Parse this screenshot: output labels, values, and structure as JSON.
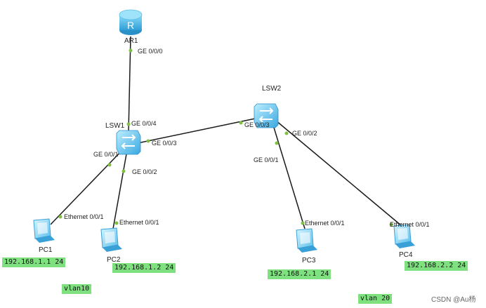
{
  "devices": {
    "ar1": {
      "name": "AR1",
      "icon": "router-icon"
    },
    "lsw1": {
      "name": "LSW1",
      "icon": "switch-icon"
    },
    "lsw2": {
      "name": "LSW2",
      "icon": "switch-icon"
    },
    "pc1": {
      "name": "PC1",
      "icon": "pc-icon",
      "ip": "192.168.1.1 24"
    },
    "pc2": {
      "name": "PC2",
      "icon": "pc-icon",
      "ip": "192.168.1.2 24"
    },
    "pc3": {
      "name": "PC3",
      "icon": "pc-icon",
      "ip": "192.168.2.1 24"
    },
    "pc4": {
      "name": "PC4",
      "icon": "pc-icon",
      "ip": "192.168.2.2 24"
    }
  },
  "ports": {
    "ar1_ge000": "GE 0/0/0",
    "lsw1_ge004": "GE 0/0/4",
    "lsw1_ge003": "GE 0/0/3",
    "lsw1_ge001": "GE 0/0/1",
    "lsw1_ge002": "GE 0/0/2",
    "lsw2_ge003": "GE 0/0/3",
    "lsw2_ge002": "GE 0/0/2",
    "lsw2_ge001": "GE 0/0/1",
    "pc1_eth": "Ethernet 0/0/1",
    "pc2_eth": "Ethernet 0/0/1",
    "pc3_eth": "Ethernet 0/0/1",
    "pc4_eth": "Ethernet 0/0/1"
  },
  "notes": {
    "vlan10": "vlan10",
    "vlan20": "vlan 20"
  },
  "watermark": "CSDN @Au杨",
  "colors": {
    "link": "#1a1a1a",
    "port_dot": "#7fc040",
    "ip_label_bg": "#7fe07f",
    "device_blue": "#4fb8e8"
  }
}
